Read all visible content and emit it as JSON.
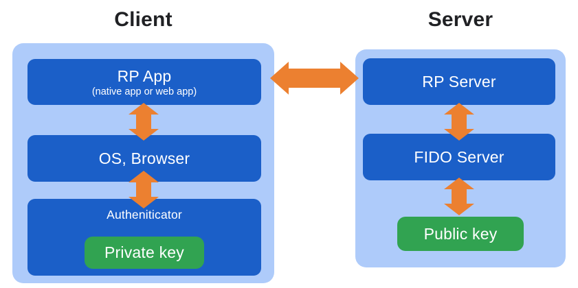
{
  "diagram": {
    "client": {
      "title": "Client",
      "rp_app": {
        "label": "RP App",
        "sublabel": "(native app or web app)"
      },
      "os_browser": {
        "label": "OS, Browser"
      },
      "authenticator": {
        "label": "Autheniticator"
      },
      "private_key": {
        "label": "Private key"
      }
    },
    "server": {
      "title": "Server",
      "rp_server": {
        "label": "RP Server"
      },
      "fido_server": {
        "label": "FIDO Server"
      },
      "public_key": {
        "label": "Public key"
      }
    },
    "colors": {
      "container_fill": "#aecbfa",
      "box_fill": "#1b5fc8",
      "key_fill": "#31a351",
      "arrow_fill": "#ec8030",
      "title_text": "#202124",
      "box_text": "#ffffff"
    },
    "icons": {
      "horizontal_double_arrow": "left-right-arrow",
      "vertical_double_arrow": "up-down-arrow"
    }
  }
}
